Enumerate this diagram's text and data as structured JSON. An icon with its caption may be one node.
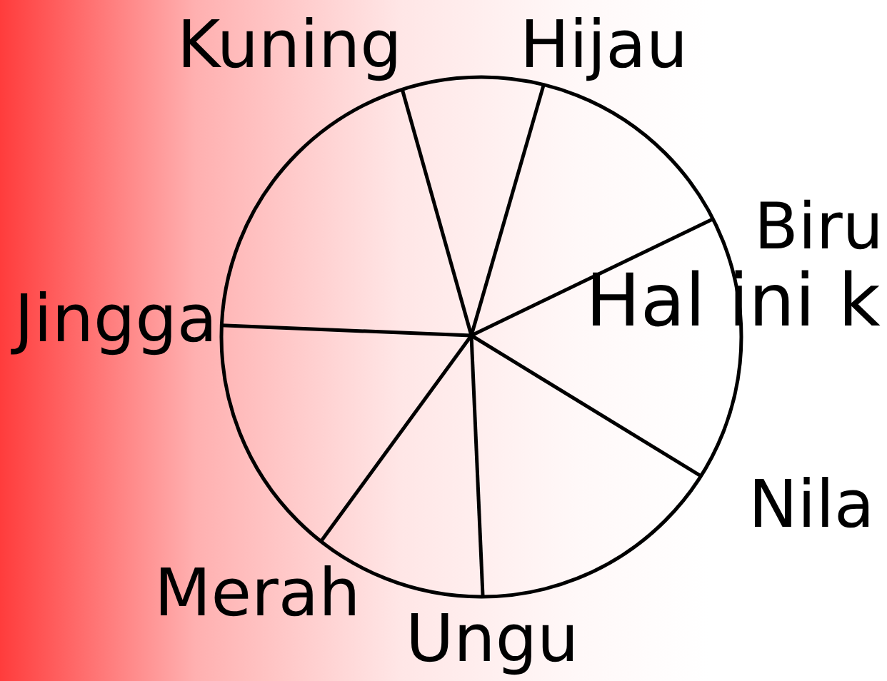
{
  "diagram": {
    "labels": [
      "Kuning",
      "Hijau",
      "Biru",
      "Jingga",
      "Hal ini k",
      "Nila",
      "Merah",
      "Ungu"
    ]
  }
}
